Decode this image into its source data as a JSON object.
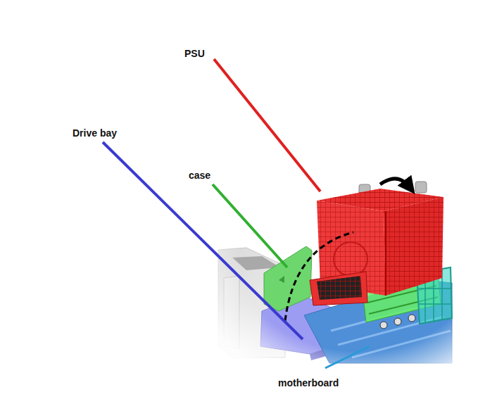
{
  "diagram": {
    "labels": [
      "PSU",
      "Drive bay",
      "case",
      "motherboard"
    ]
  }
}
